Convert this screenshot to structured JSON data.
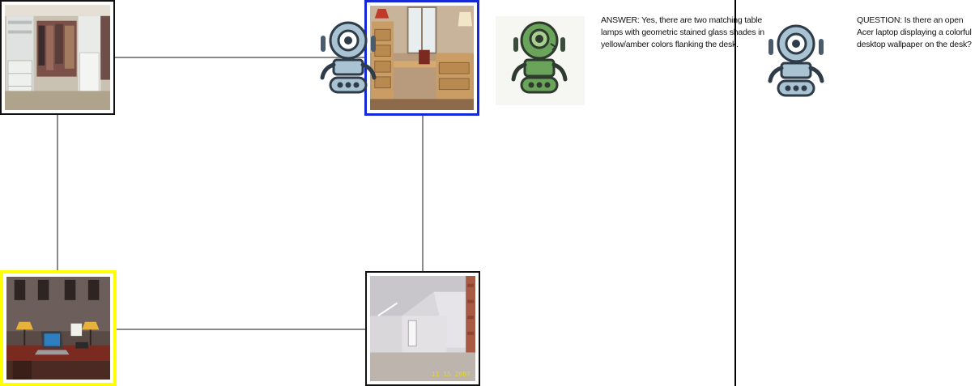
{
  "graph": {
    "nodes": [
      {
        "id": "closet",
        "scene": "walk-in closet with shelves, drawers and hanging clothes",
        "state": "normal"
      },
      {
        "id": "study",
        "scene": "wooden desk and drawers beside a window with lamp",
        "state": "active"
      },
      {
        "id": "desk_lamps",
        "scene": "desk with laptop and two stained glass table lamps",
        "state": "selected"
      },
      {
        "id": "attic",
        "scene": "empty attic room with slanted ceiling and window",
        "state": "normal",
        "stamp": "11 15 2007"
      }
    ],
    "colors": {
      "active_border": "#1428d8",
      "selected_border": "#ffff00",
      "edge": "#8a8a8a"
    }
  },
  "agents": {
    "answerer": {
      "icon": "green-robot-icon",
      "color": "#6aa35a"
    },
    "questioner": {
      "icon": "blue-robot-icon",
      "color": "#a9c3d3"
    }
  },
  "messages": {
    "answer": "ANSWER: Yes, there are two matching table lamps with geometric stained glass shades in yellow/amber colors flanking the desk.",
    "question": "QUESTION: Is there an open Acer laptop displaying a colorful desktop wallpaper on the desk?"
  }
}
